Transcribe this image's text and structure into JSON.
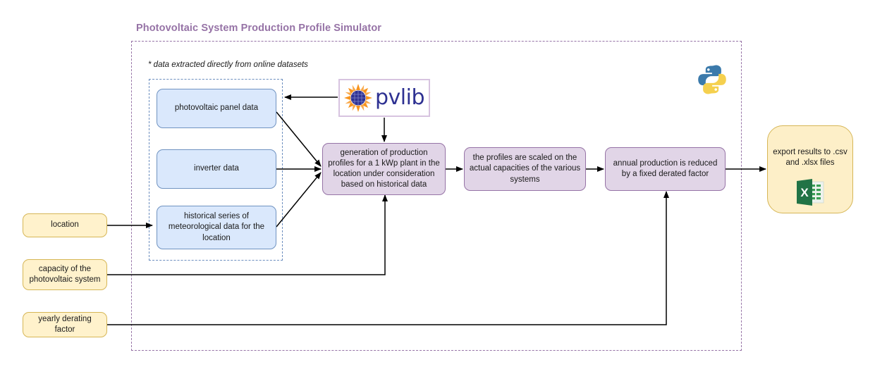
{
  "diagram": {
    "title": "Photovoltaic System Production Profile Simulator",
    "note": "* data extracted directly from online datasets",
    "outer_border_color": "#9673a6",
    "inner_border_color": "#6c8ebf"
  },
  "data_sources": {
    "panel": "photovoltaic panel data",
    "inverter": "inverter data",
    "meteo": "historical series of meteorological data for the location"
  },
  "inputs": {
    "location": "location",
    "capacity": "capacity of the photovoltaic system",
    "derating": "yearly derating factor"
  },
  "process": {
    "generation": "generation of production profiles for a 1 kWp plant in the location under consideration based on historical data",
    "scaling": "the profiles are scaled on the actual capacities of the various systems",
    "derate": "annual production is reduced by a fixed derated factor"
  },
  "output": {
    "export": "export results to .csv and .xlsx files",
    "excel_icon": "excel-icon"
  },
  "library": {
    "pvlib_name": "pvlib",
    "pvlib_logo": "pvlib-sun-icon",
    "python_logo": "python-icon"
  },
  "colors": {
    "blue_fill": "#dae8fc",
    "blue_stroke": "#6c8ebf",
    "purple_fill": "#e1d5e7",
    "purple_stroke": "#9673a6",
    "yellow_fill": "#fff2cc",
    "yellow_stroke": "#d6b656",
    "pvlib_blue": "#2e3192",
    "pvlib_orange": "#f7941e",
    "excel_green": "#217346"
  }
}
